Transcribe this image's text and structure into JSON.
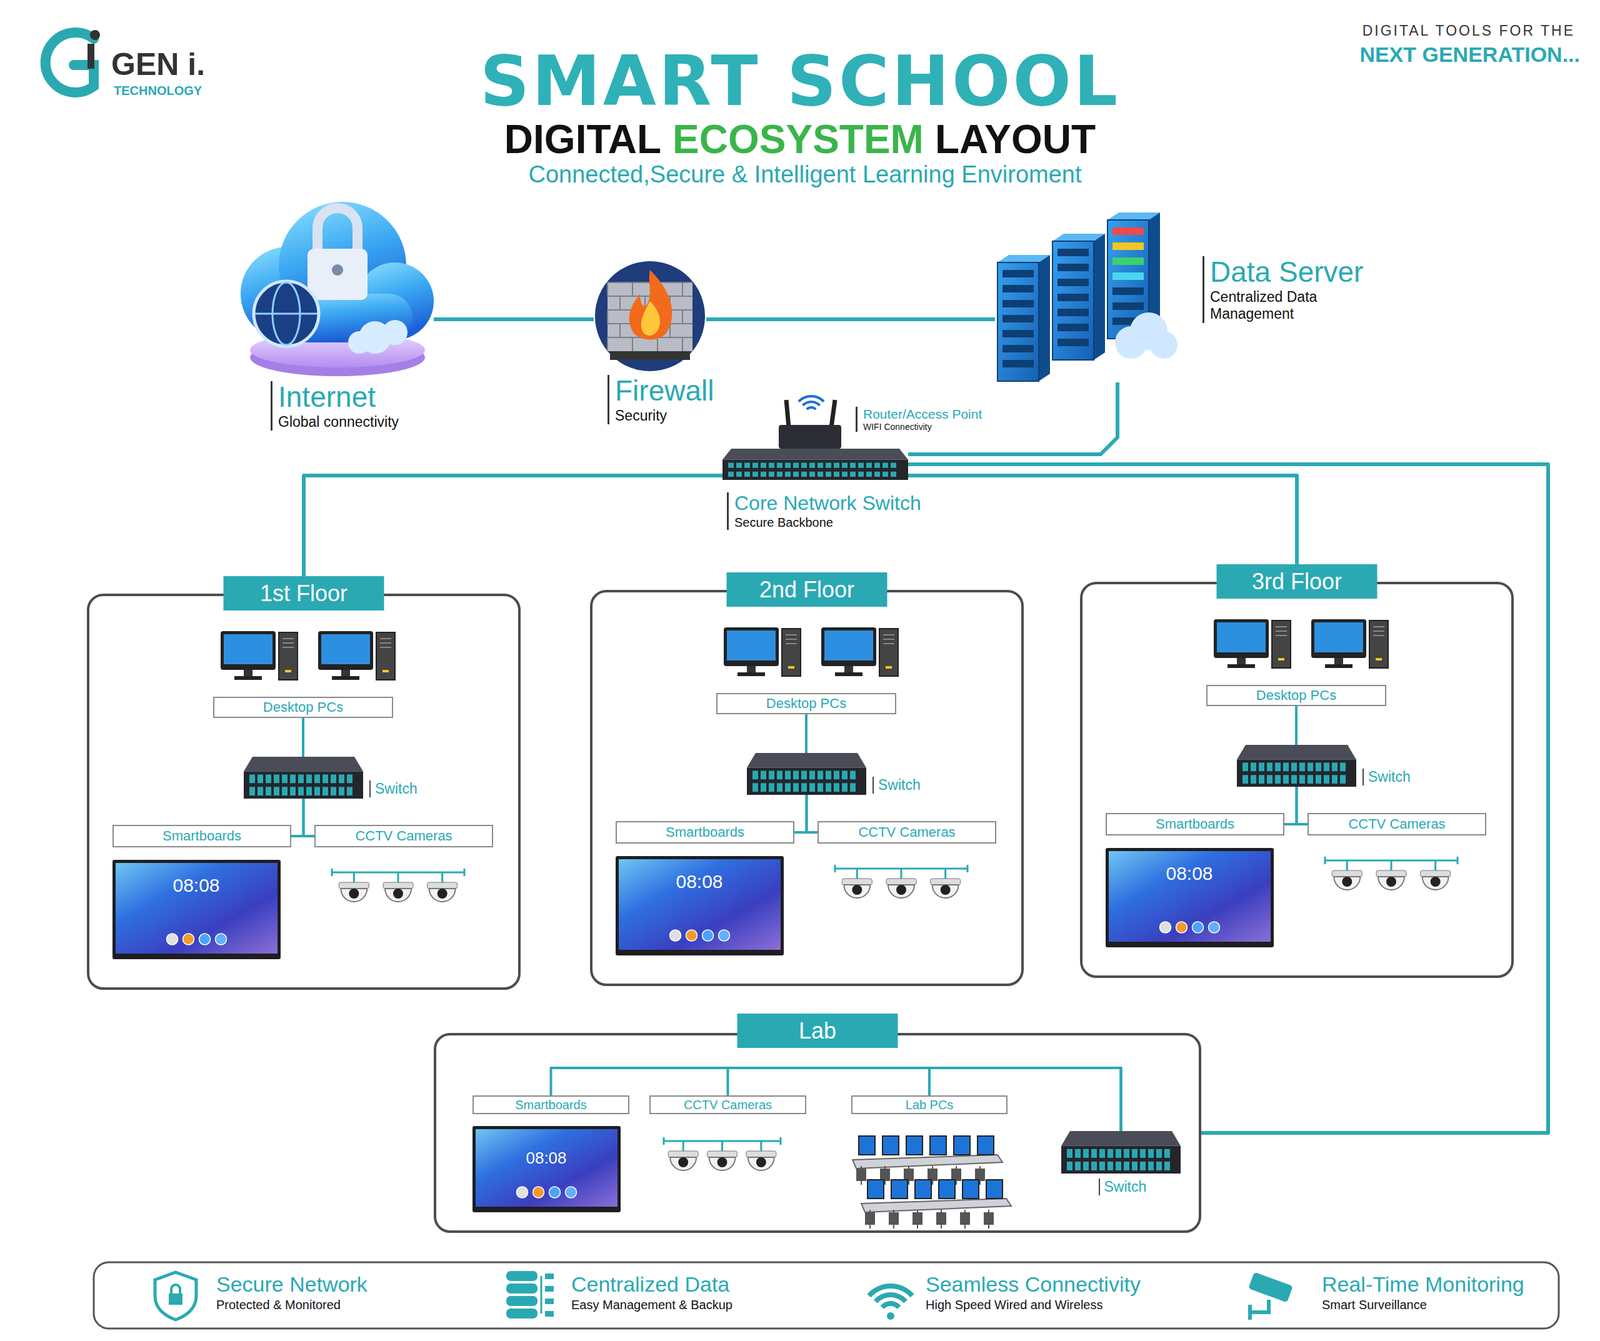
{
  "diagram": {
    "title": "SMART SCHOOL",
    "nodes": [
      {
        "text": [
          "Internet",
          "Global connectivity"
        ]
      },
      {
        "text": [
          "Firewall",
          "Security"
        ]
      },
      {
        "text": [
          "Data Server",
          "Centralized Data Management"
        ]
      },
      {
        "text": [
          "Router/Access Point",
          "WIFI Connectivity"
        ]
      },
      {
        "text": [
          "Core Network Switch",
          "Secure Backbone"
        ]
      },
      {
        "text": [
          "1st Floor"
        ]
      },
      {
        "text": [
          "Desktop PCs"
        ],
        "in": 5
      },
      {
        "text": [
          "Switch"
        ],
        "in": 5
      },
      {
        "text": [
          "Smartboards"
        ],
        "in": 5
      },
      {
        "text": [
          "CCTV Cameras"
        ],
        "in": 5
      },
      {
        "text": [
          "2nd Floor"
        ]
      },
      {
        "text": [
          "Desktop PCs"
        ],
        "in": 10
      },
      {
        "text": [
          "Switch"
        ],
        "in": 10
      },
      {
        "text": [
          "Smartboards"
        ],
        "in": 10
      },
      {
        "text": [
          "CCTV Cameras"
        ],
        "in": 10
      },
      {
        "text": [
          "3rd Floor"
        ]
      },
      {
        "text": [
          "Desktop PCs"
        ],
        "in": 15
      },
      {
        "text": [
          "Switch"
        ],
        "in": 15
      },
      {
        "text": [
          "Smartboards"
        ],
        "in": 15
      },
      {
        "text": [
          "CCTV Cameras"
        ],
        "in": 15
      },
      {
        "text": [
          "Lab"
        ]
      },
      {
        "text": [
          "Smartboards"
        ],
        "in": 20
      },
      {
        "text": [
          "CCTV Cameras"
        ],
        "in": 20
      },
      {
        "text": [
          "Lab PCs"
        ],
        "in": 20
      },
      {
        "text": [
          "Switch"
        ],
        "in": 20
      },
      {
        "text": [
          "Secure Network",
          "Protected & Monitored"
        ]
      },
      {
        "text": [
          "Centralized Data",
          "Easy Management & Backup"
        ]
      },
      {
        "text": [
          "Seamless Connectivity",
          "High Speed Wired and Wireless"
        ]
      },
      {
        "text": [
          "Real-Time Monitoring",
          "Smart Surveillance"
        ]
      }
    ],
    "edges": [
      {
        "from": 0,
        "to": 1,
        "arrow": "none"
      },
      {
        "from": 1,
        "to": 2,
        "arrow": "none"
      },
      {
        "from": 2,
        "to": 4,
        "arrow": "none"
      },
      {
        "from": 4,
        "to": 5,
        "arrow": "none"
      },
      {
        "from": 4,
        "to": 15,
        "arrow": "none"
      },
      {
        "from": 4,
        "to": 20,
        "arrow": "none"
      },
      {
        "from": 6,
        "to": 7,
        "arrow": "none"
      },
      {
        "from": 7,
        "to": 8,
        "arrow": "none"
      },
      {
        "from": 7,
        "to": 9,
        "arrow": "none"
      },
      {
        "from": 11,
        "to": 12,
        "arrow": "none"
      },
      {
        "from": 12,
        "to": 13,
        "arrow": "none"
      },
      {
        "from": 12,
        "to": 14,
        "arrow": "none"
      },
      {
        "from": 16,
        "to": 17,
        "arrow": "none"
      },
      {
        "from": 17,
        "to": 18,
        "arrow": "none"
      },
      {
        "from": 17,
        "to": 19,
        "arrow": "none"
      },
      {
        "from": 24,
        "to": 21,
        "arrow": "none"
      },
      {
        "from": 24,
        "to": 22,
        "arrow": "none"
      },
      {
        "from": 24,
        "to": 23,
        "arrow": "none"
      }
    ],
    "labels": [
      "GEN i.",
      "TECHNOLOGY",
      "DIGITAL TOOLS FOR THE",
      "NEXT GENERATION...",
      "DIGITAL",
      "ECOSYSTEM",
      "LAYOUT",
      "Connected,Secure & Intelligent Learning Enviroment",
      "08:08",
      "08:08",
      "08:08",
      "08:08"
    ]
  }
}
